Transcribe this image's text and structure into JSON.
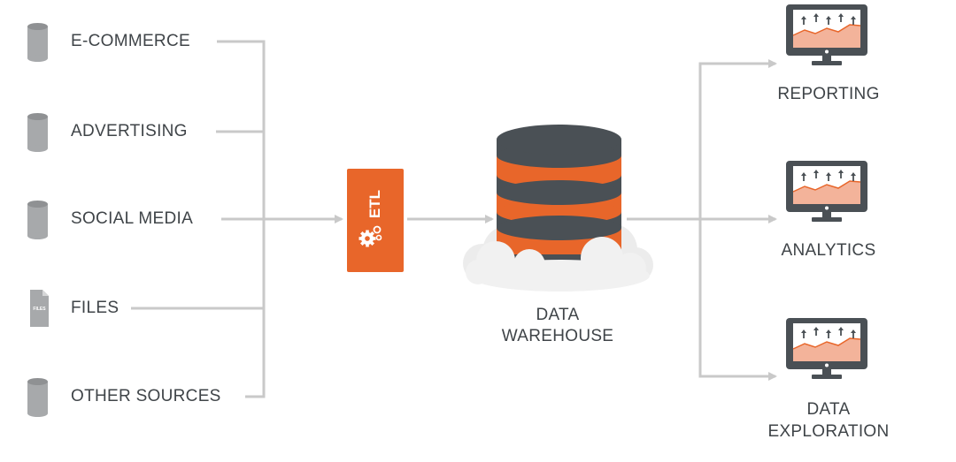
{
  "sources": [
    {
      "label": "E-COMMERCE",
      "icon": "database-icon"
    },
    {
      "label": "ADVERTISING",
      "icon": "database-icon"
    },
    {
      "label": "SOCIAL MEDIA",
      "icon": "database-icon"
    },
    {
      "label": "FILES",
      "icon": "file-icon",
      "icon_text": "FILES"
    },
    {
      "label": "OTHER SOURCES",
      "icon": "database-icon"
    }
  ],
  "etl": {
    "label": "ETL",
    "icon": "gears-icon"
  },
  "warehouse": {
    "label_line1": "DATA",
    "label_line2": "WAREHOUSE",
    "icon": "database-stack-icon"
  },
  "outputs": [
    {
      "label_line1": "REPORTING",
      "label_line2": "",
      "icon": "monitor-chart-icon"
    },
    {
      "label_line1": "ANALYTICS",
      "label_line2": "",
      "icon": "monitor-chart-icon"
    },
    {
      "label_line1": "DATA",
      "label_line2": "EXPLORATION",
      "icon": "monitor-chart-icon"
    }
  ],
  "colors": {
    "dark_gray": "#4a5055",
    "orange": "#e8662a",
    "icon_gray": "#a7a9ab",
    "connector": "#c9c9c9",
    "chart_fill": "#f3b39a",
    "cloud": "#ececec"
  }
}
